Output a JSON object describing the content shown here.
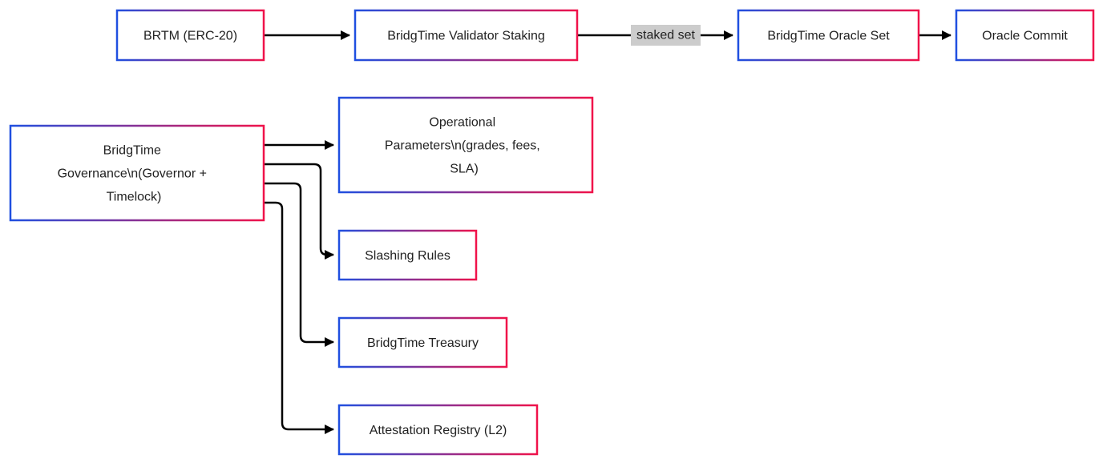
{
  "diagram": {
    "colors": {
      "background": "#ffffff",
      "node_fill": "#ffffff",
      "border_start": "#1f4fe0",
      "border_end": "#f0124a",
      "edge": "#000000",
      "edge_label_bg": "#cccccc",
      "text": "#222222"
    },
    "nodes": {
      "brtm": {
        "lines": [
          "BRTM (ERC-20)"
        ]
      },
      "staking": {
        "lines": [
          "BridgTime Validator Staking"
        ]
      },
      "oracle_set": {
        "lines": [
          "BridgTime Oracle Set"
        ]
      },
      "oracle_commit": {
        "lines": [
          "Oracle Commit"
        ]
      },
      "governance": {
        "lines": [
          "BridgTime",
          "Governance\\n(Governor +",
          "Timelock)"
        ]
      },
      "op_params": {
        "lines": [
          "Operational",
          "Parameters\\n(grades, fees,",
          "SLA)"
        ]
      },
      "slashing": {
        "lines": [
          "Slashing Rules"
        ]
      },
      "treasury": {
        "lines": [
          "BridgTime Treasury"
        ]
      },
      "registry": {
        "lines": [
          "Attestation Registry (L2)"
        ]
      }
    },
    "edges": {
      "staking_to_oracle_set": {
        "label": "staked set"
      }
    }
  }
}
